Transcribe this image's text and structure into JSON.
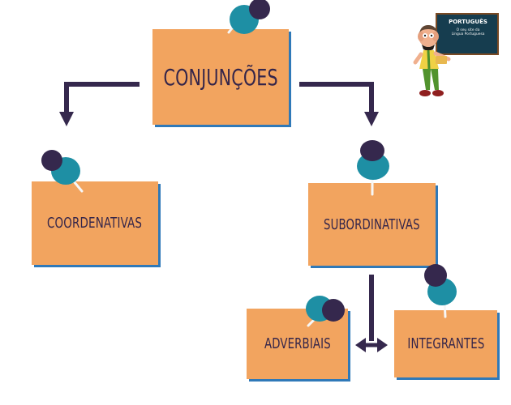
{
  "diagram": {
    "root_label": "CONJUNÇÕES",
    "nodes": {
      "coordenativas": "COORDENATIVAS",
      "subordinativas": "SUBORDINATIVAS",
      "adverbiais": "ADVERBIAIS",
      "integrantes": "INTEGRANTES"
    }
  },
  "logo": {
    "title": "PORTUGUÊS",
    "subtitle_line_1": "O seu site da",
    "subtitle_line_2": "Língua Portuguesa"
  },
  "colors": {
    "note": "#f2a45f",
    "note_shadow": "#2f79b8",
    "text": "#34254a",
    "arrow": "#35284d",
    "pin_dark": "#35284d",
    "pin_teal": "#1e8fa4",
    "board": "#163d4f"
  },
  "icons": [
    "push-pin-icon",
    "arrow-icon",
    "double-arrow-icon",
    "teacher-logo-icon"
  ]
}
